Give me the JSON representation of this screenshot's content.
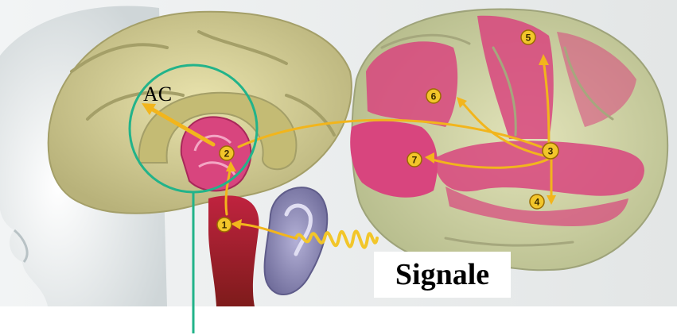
{
  "labels": {
    "ac": "AC",
    "signal": "Signale"
  },
  "markers": [
    "1",
    "2",
    "3",
    "4",
    "5",
    "6",
    "7"
  ],
  "colors": {
    "highlight_circle": "#22b38a",
    "arrow": "#f2b51c",
    "cortex_pink": "#d8457e",
    "brain_base": "#d9d39a",
    "background": "#ffffff"
  },
  "icons": {
    "head": "head-silhouette-illustration",
    "brain_section": "brain-medial-section-illustration",
    "brain_lateral": "brain-lateral-view-illustration",
    "ear": "ear-illustration",
    "wave": "sound-wave-illustration"
  }
}
